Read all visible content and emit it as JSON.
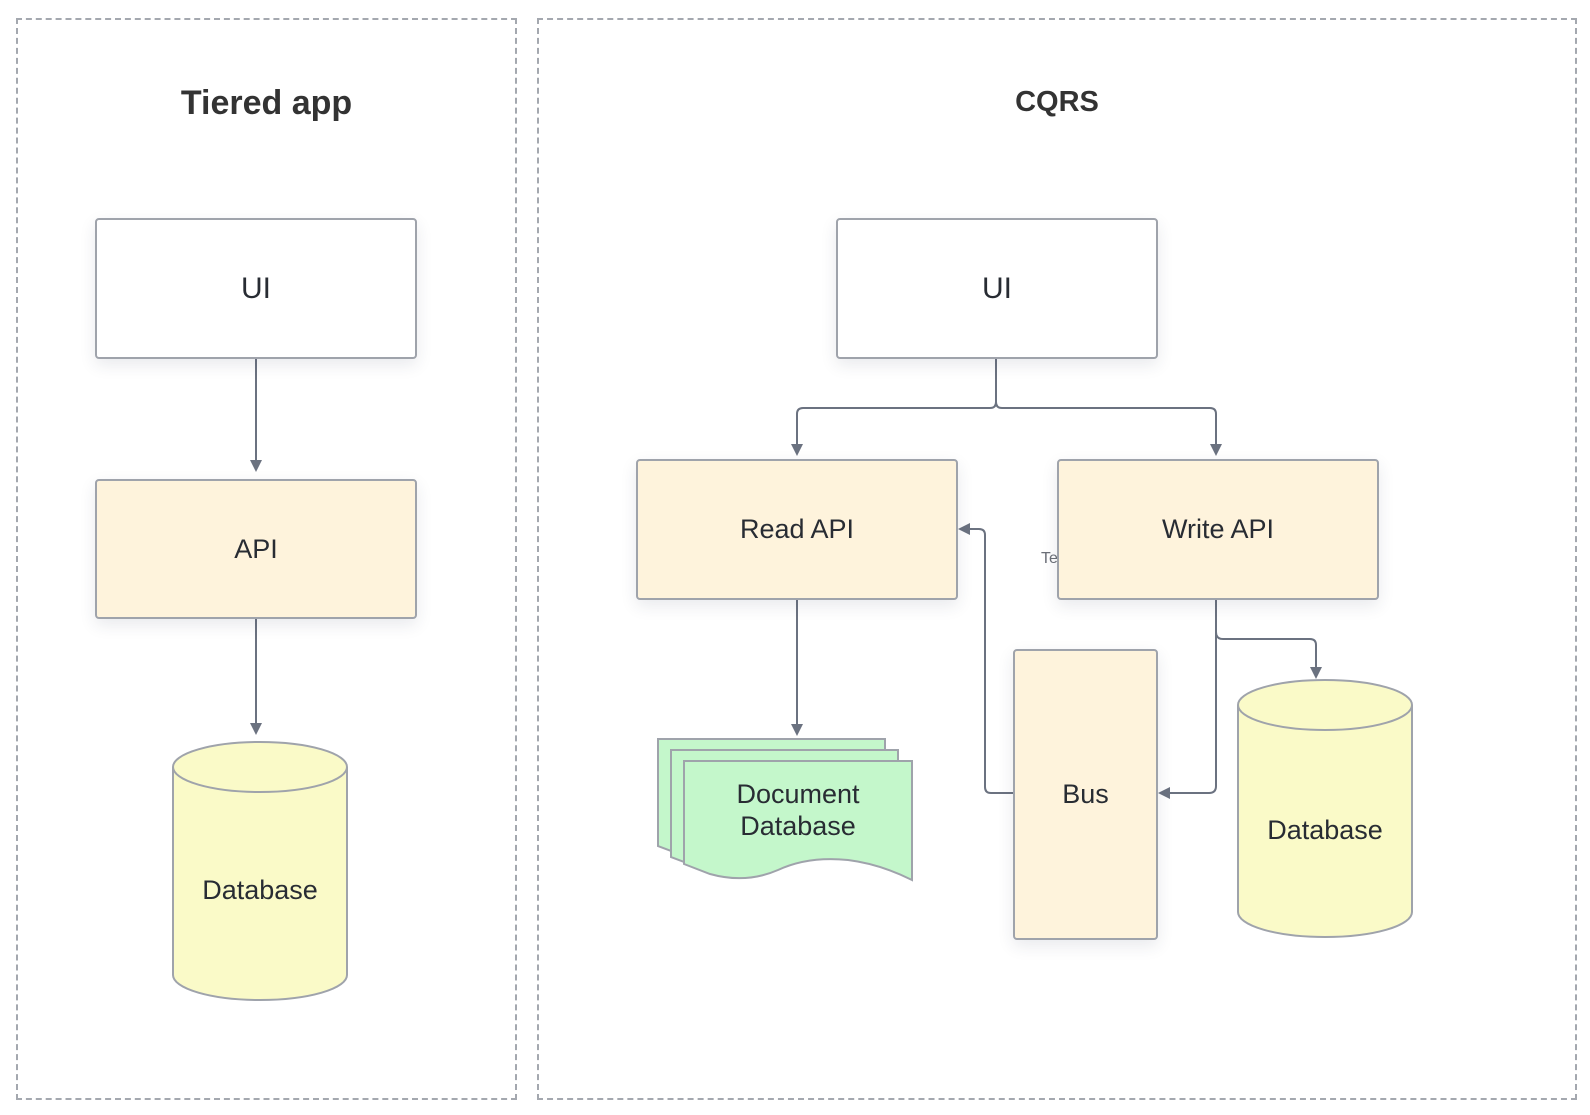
{
  "colors": {
    "border": "#9fa3ab",
    "connector": "#6b7280",
    "panel_border": "#a4a8af",
    "api_fill": "#fef3dc",
    "database_fill": "#fafac8",
    "document_fill": "#c4f7cb",
    "ui_fill": "#ffffff"
  },
  "tiered": {
    "title": "Tiered app",
    "ui_label": "UI",
    "api_label": "API",
    "database_label": "Database"
  },
  "cqrs": {
    "title": "CQRS",
    "ui_label": "UI",
    "read_api_label": "Read API",
    "write_api_label": "Write API",
    "bus_label": "Bus",
    "document_db_label": "Document\nDatabase",
    "database_label": "Database",
    "stray_text": "Te"
  }
}
